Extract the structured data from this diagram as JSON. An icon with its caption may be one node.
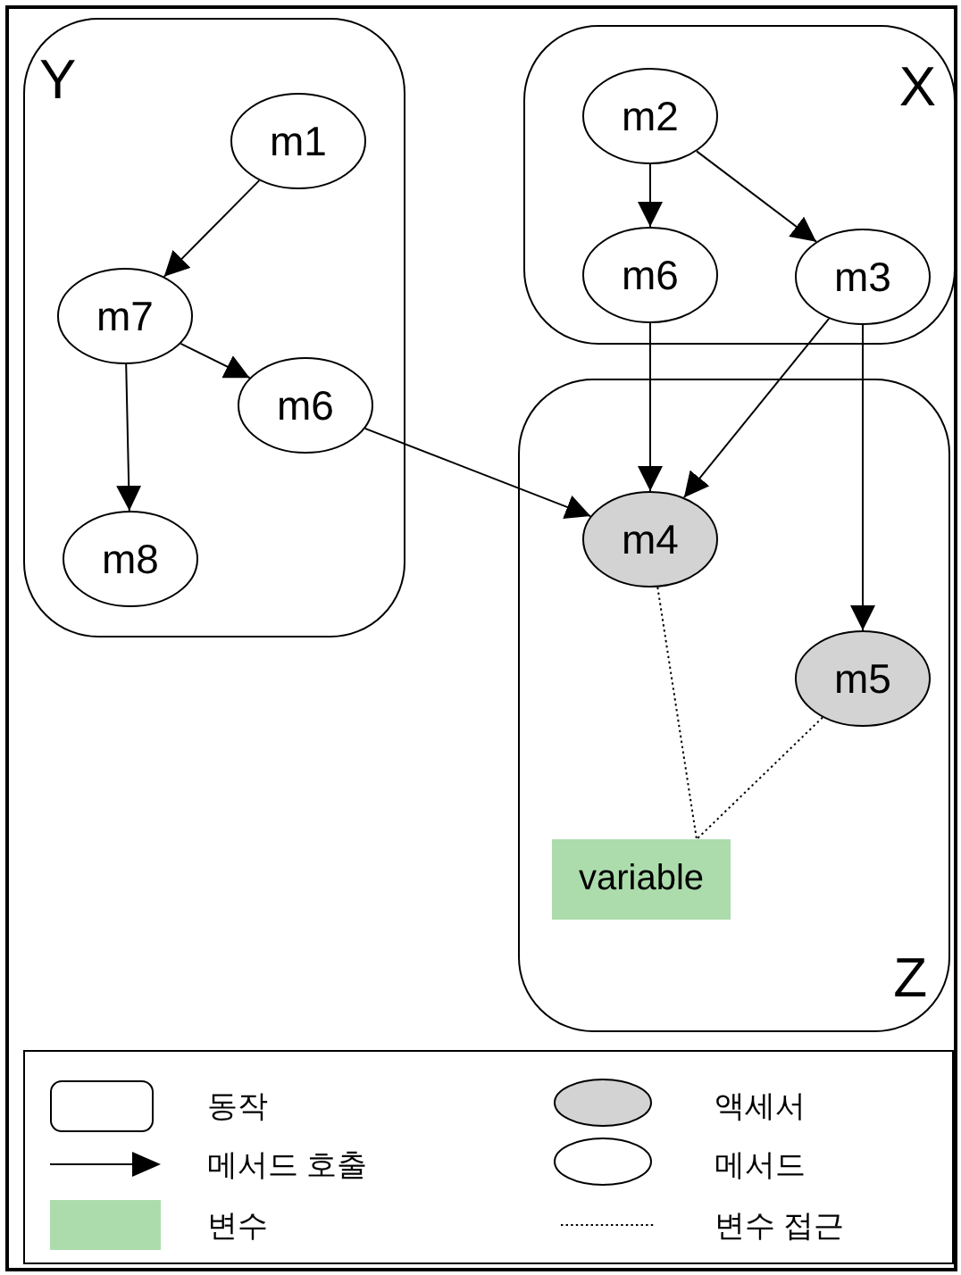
{
  "diagram": {
    "nodes": [
      {
        "text": [
          "Y"
        ]
      },
      {
        "text": [
          "m1"
        ],
        "in": 0
      },
      {
        "text": [
          "m7"
        ],
        "in": 0
      },
      {
        "text": [
          "m6"
        ],
        "in": 0
      },
      {
        "text": [
          "m8"
        ],
        "in": 0
      },
      {
        "text": [
          "X"
        ]
      },
      {
        "text": [
          "m2"
        ],
        "in": 5
      },
      {
        "text": [
          "m6"
        ],
        "in": 5
      },
      {
        "text": [
          "m3"
        ],
        "in": 5
      },
      {
        "text": [
          "Z"
        ]
      },
      {
        "text": [
          "m4"
        ],
        "in": 9
      },
      {
        "text": [
          "m5"
        ],
        "in": 9
      },
      {
        "text": [
          "variable"
        ],
        "in": 9
      }
    ],
    "edges": [
      {
        "from": 1,
        "to": 2,
        "arrow": "to"
      },
      {
        "from": 2,
        "to": 3,
        "arrow": "to"
      },
      {
        "from": 2,
        "to": 4,
        "arrow": "to"
      },
      {
        "from": 3,
        "to": 10,
        "arrow": "to"
      },
      {
        "from": 6,
        "to": 7,
        "arrow": "to"
      },
      {
        "from": 6,
        "to": 8,
        "arrow": "to"
      },
      {
        "from": 7,
        "to": 10,
        "arrow": "to"
      },
      {
        "from": 8,
        "to": 10,
        "arrow": "to"
      },
      {
        "from": 8,
        "to": 11,
        "arrow": "to"
      },
      {
        "from": 10,
        "to": 12,
        "arrow": "none",
        "style": "dashed"
      },
      {
        "from": 11,
        "to": 12,
        "arrow": "none",
        "style": "dashed"
      }
    ],
    "legend": [
      {
        "text": "동작"
      },
      {
        "text": "액세서"
      },
      {
        "text": "메서드 호출"
      },
      {
        "text": "메서드"
      },
      {
        "text": "변수",
        "color": "#acdcac"
      },
      {
        "text": "변수 접근"
      }
    ]
  }
}
